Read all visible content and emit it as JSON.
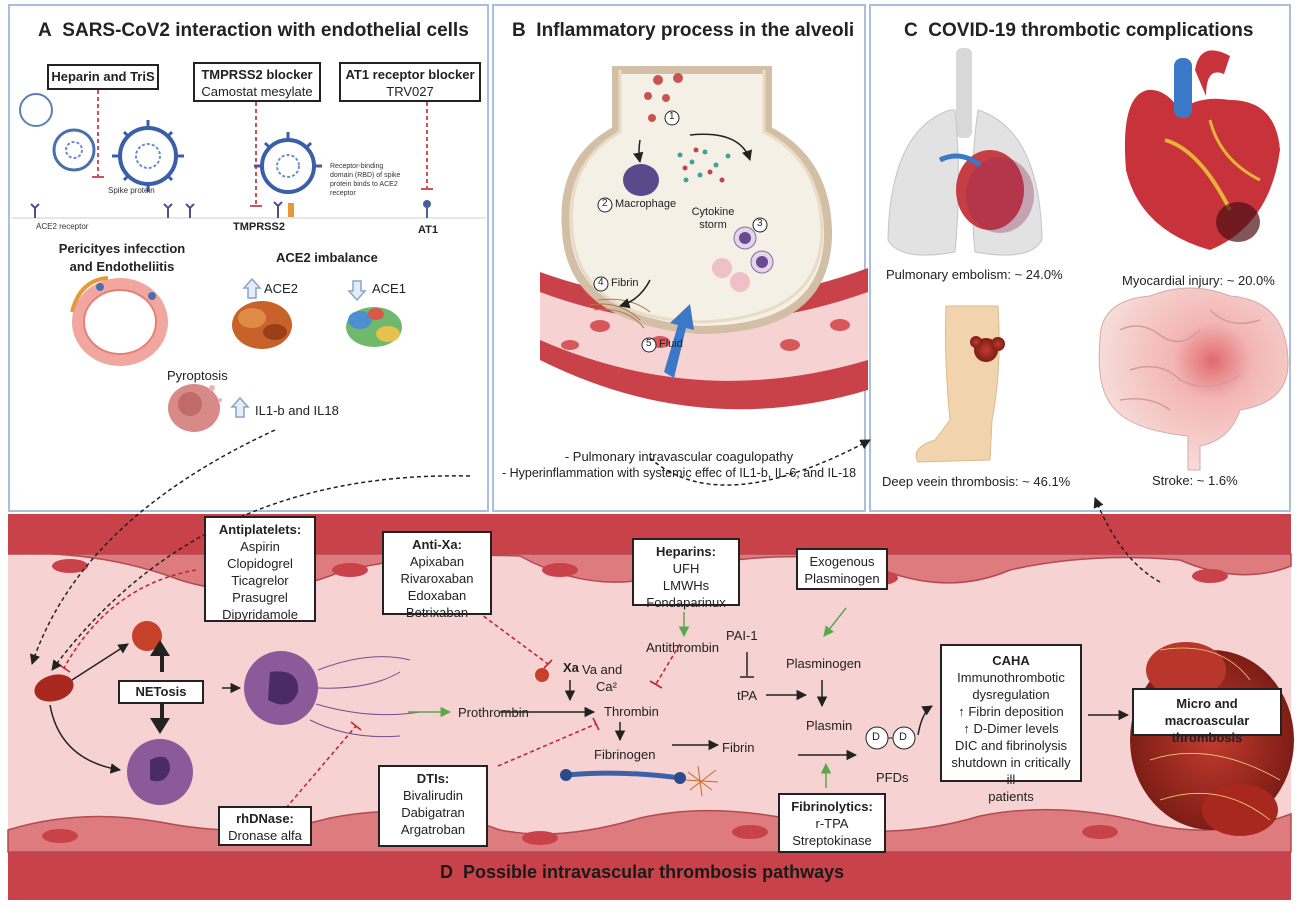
{
  "panelA": {
    "letter": "A",
    "title": "SARS-CoV2 interaction with endothelial cells",
    "box_heparin": "Heparin and TriS",
    "box_tmprss2_title": "TMPRSS2 blocker",
    "box_tmprss2_drug": "Camostat mesylate",
    "box_at1_title": "AT1 receptor blocker",
    "box_at1_drug": "TRV027",
    "spike_protein": "Spike protein",
    "ace2_receptor": "ACE2 receptor",
    "tmprss2": "TMPRSS2",
    "rbd_note": "Receptor-binding domain (RBD) of spike protein binds to ACE2 receptor",
    "at1": "AT1",
    "pericytes_title": "Pericityes infecction and Endotheliitis",
    "ace2_imbalance": "ACE2 imbalance",
    "ace2": "ACE2",
    "ace1": "ACE1",
    "pyroptosis": "Pyroptosis",
    "il1b": "IL1-b and IL18"
  },
  "panelB": {
    "letter": "B",
    "title": "Inflammatory process in the alveoli",
    "macrophage": "Macrophage",
    "cytokine_storm": "Cytokine storm",
    "fibrin": "Fibrin",
    "fluid": "Fluid",
    "num1": "1",
    "num2": "2",
    "num3": "3",
    "num4": "4",
    "num5": "5",
    "note1": "- Pulmonary intravascular coagulopathy",
    "note2": "- Hyperinflammation with systemic effec of IL1-b, IL-6, and IL-18"
  },
  "panelC": {
    "letter": "C",
    "title": "COVID-19 thrombotic complications",
    "pe": "Pulmonary embolism: ~ 24.0%",
    "mi": "Myocardial injury: ~ 20.0%",
    "dvt": "Deep veein thrombosis: ~ 46.1%",
    "stroke": "Stroke: ~ 1.6%"
  },
  "panelD": {
    "letter": "D",
    "title": "Possible intravascular thrombosis pathways",
    "antiplatelets": {
      "title": "Antiplatelets:",
      "items": [
        "Aspirin",
        "Clopidogrel",
        "Ticagrelor",
        "Prasugrel",
        "Dipyridamole"
      ]
    },
    "antixa": {
      "title": "Anti-Xa:",
      "items": [
        "Apixaban",
        "Rivaroxaban",
        "Edoxaban",
        "Betrixaban"
      ]
    },
    "heparins": {
      "title": "Heparins:",
      "items": [
        "UFH",
        "LMWHs",
        "Fondaparinux"
      ]
    },
    "exogenous": [
      "Exogenous",
      "Plasminogen"
    ],
    "netosis": "NETosis",
    "rhdnase": {
      "title": "rhDNase:",
      "items": [
        "Dronase alfa"
      ]
    },
    "dtis": {
      "title": "DTIs:",
      "items": [
        "Bivalirudin",
        "Dabigatran",
        "Argatroban"
      ]
    },
    "fibrinolytics": {
      "title": "Fibrinolytics:",
      "items": [
        "r-TPA",
        "Streptokinase"
      ]
    },
    "caha": {
      "title": "CAHA",
      "items": [
        "Immunothrombotic",
        "dysregulation",
        "↑ Fibrin deposition",
        "↑ D-Dimer levels",
        "DIC and fibrinolysis",
        "shutdown in critically ill",
        "patients"
      ]
    },
    "micro": [
      "Micro and macroascular",
      "thrombosis"
    ],
    "xa": "Xa",
    "va": "Va  and",
    "ca": "Ca²",
    "prothrombin": "Prothrombin",
    "thrombin": "Thrombin",
    "antithrombin": "Antithrombin",
    "fibrinogen": "Fibrinogen",
    "fibrin": "Fibrin",
    "pai1": "PAI-1",
    "tpa": "tPA",
    "plasminogen": "Plasminogen",
    "plasmin": "Plasmin",
    "pfds": "PFDs",
    "d": "D"
  },
  "colors": {
    "panel_border": "#a9bfdc",
    "vessel": "#c9424a",
    "vessel_dark": "#a52a33",
    "lumen": "#f6d3d2",
    "inhibit": "#c0282d",
    "activate": "#5aa84a"
  }
}
